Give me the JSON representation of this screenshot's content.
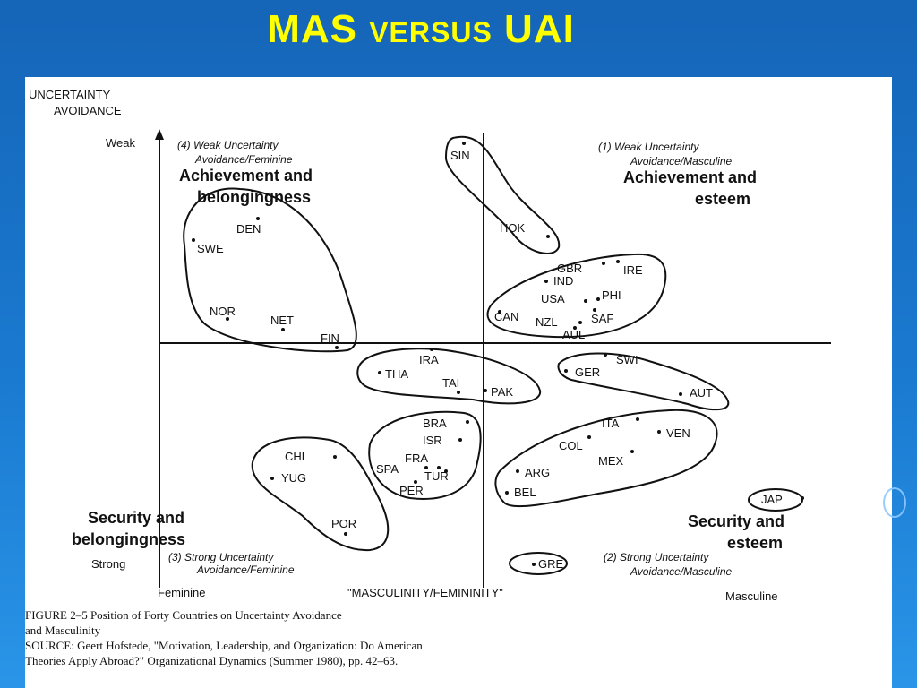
{
  "slide": {
    "title_main1": "MAS",
    "title_small": "VERSUS",
    "title_main2": "UAI"
  },
  "figure": {
    "y_axis_title_1": "UNCERTAINTY",
    "y_axis_title_2": "AVOIDANCE",
    "y_top_label": "Weak",
    "y_bottom_label": "Strong",
    "x_left_label": "Feminine",
    "x_axis_title": "\"MASCULINITY/FEMININITY\"",
    "x_right_label": "Masculine",
    "quadrants": {
      "q4_line1": "(4) Weak Uncertainty",
      "q4_line2": "Avoidance/Feminine",
      "q4_bold1": "Achievement and",
      "q4_bold2": "belongingness",
      "q1_line1": "(1) Weak Uncertainty",
      "q1_line2": "Avoidance/Masculine",
      "q1_bold1": "Achievement and",
      "q1_bold2": "esteem",
      "q3_bold1": "Security and",
      "q3_bold2": "belongingness",
      "q3_line1": "(3) Strong Uncertainty",
      "q3_line2": "Avoidance/Feminine",
      "q2_bold1": "Security and",
      "q2_bold2": "esteem",
      "q2_line1": "(2) Strong Uncertainty",
      "q2_line2": "Avoidance/Masculine"
    },
    "countries": [
      "SIN",
      "HOK",
      "DEN",
      "SWE",
      "NOR",
      "NET",
      "FIN",
      "GBR",
      "IRE",
      "IND",
      "USA",
      "PHI",
      "CAN",
      "NZL",
      "SAF",
      "AUL",
      "IRA",
      "THA",
      "TAI",
      "PAK",
      "GER",
      "SWI",
      "AUT",
      "BRA",
      "ISR",
      "FRA",
      "SPA",
      "TUR",
      "PER",
      "CHL",
      "YUG",
      "POR",
      "ITA",
      "VEN",
      "COL",
      "MEX",
      "ARG",
      "BEL",
      "JAP",
      "GRE"
    ]
  },
  "caption": {
    "line1": "FIGURE 2–5   Position of Forty Countries on Uncertainty Avoidance",
    "line2": "and Masculinity",
    "line3": "SOURCE: Geert Hofstede, \"Motivation, Leadership, and Organization: Do American",
    "line4": "Theories Apply Abroad?\" Organizational Dynamics (Summer 1980), pp. 42–63."
  }
}
